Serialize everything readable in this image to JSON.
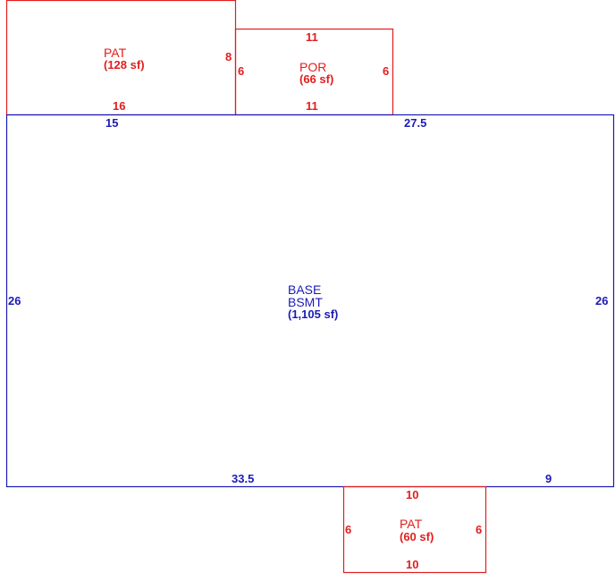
{
  "colors": {
    "addition": "#e21d1d",
    "base": "#1b1bb8"
  },
  "areas": {
    "pat_top": {
      "name": "PAT",
      "area": "(128 sf)"
    },
    "por": {
      "name": "POR",
      "area": "(66 sf)"
    },
    "base": {
      "name": "BASE",
      "sub": "BSMT",
      "area": "(1,105 sf)"
    },
    "pat_bottom": {
      "name": "PAT",
      "area": "(60 sf)"
    }
  },
  "dimensions": {
    "pat_top": {
      "right": "8",
      "bottom": "16"
    },
    "por": {
      "top": "11",
      "left": "6",
      "right": "6",
      "bottom": "11"
    },
    "base": {
      "top_left": "15",
      "top_right": "27.5",
      "left": "26",
      "right": "26",
      "bottom_left": "33.5",
      "bottom_right": "9"
    },
    "pat_bottom": {
      "top": "10",
      "left": "6",
      "right": "6",
      "bottom": "10"
    }
  }
}
